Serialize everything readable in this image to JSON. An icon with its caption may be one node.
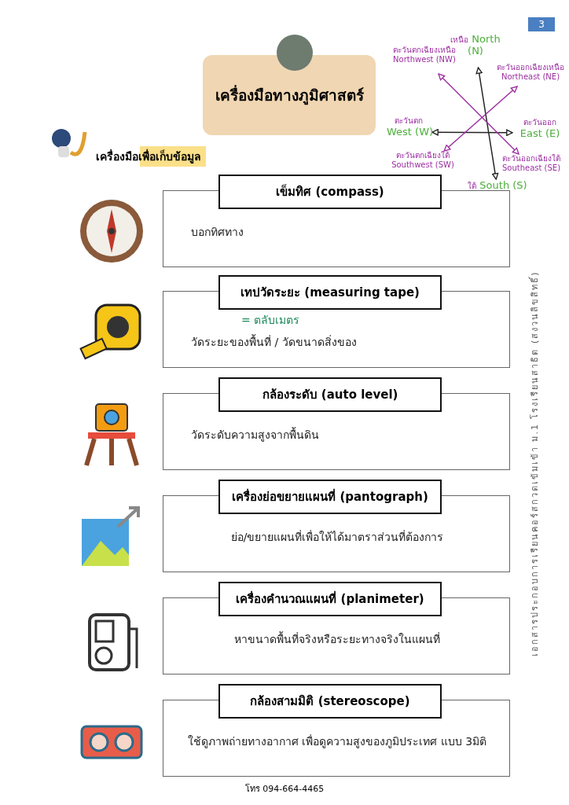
{
  "diagram": {
    "nodes": [
      {
        "text": [
          "เครื่องมือทางภูมิศาสตร์"
        ]
      },
      {
        "text": [
          "เหนือ",
          "North",
          "(N)"
        ]
      },
      {
        "text": [
          "ตะวันตกเฉียงเหนือ",
          "Northwest (NW)"
        ]
      },
      {
        "text": [
          "ตะวันออกเฉียงเหนือ",
          "Northeast (NE)"
        ]
      },
      {
        "text": [
          "ตะวันตก",
          "West (W)"
        ]
      },
      {
        "text": [
          "ตะวันออก",
          "East (E)"
        ]
      },
      {
        "text": [
          "ตะวันตกเฉียงใต้",
          "Southwest (SW)"
        ]
      },
      {
        "text": [
          "ตะวันออกเฉียงใต้",
          "Southeast (SE)"
        ]
      },
      {
        "text": [
          "ใต้",
          "South (S)"
        ]
      },
      {
        "text": [
          "เข็มทิศ (compass)",
          "บอกทิศทาง"
        ]
      },
      {
        "text": [
          "เทปวัดระยะ (measuring tape)",
          "= ตลับเมตร",
          "วัดระยะของพื้นที่ / วัดขนาดสิ่งของ"
        ]
      },
      {
        "text": [
          "กล้องระดับ (auto level)",
          "วัดระดับความสูงจากพื้นดิน"
        ]
      },
      {
        "text": [
          "เครื่องย่อขยายแผนที่ (pantograph)",
          "ย่อ/ขยายแผนที่เพื่อให้ได้มาตราส่วนที่ต้องการ"
        ]
      },
      {
        "text": [
          "เครื่องคำนวณแผนที่ (planimeter)",
          "หาขนาดพื้นที่จริงหรือระยะทางจริงในแผนที่"
        ]
      },
      {
        "text": [
          "กล้องสามมิติ (stereoscope)",
          "ใช้ดูภาพถ่ายทางอากาศ เพื่อดูความสูงของภูมิประเทศ แบบ 3มิติ"
        ]
      }
    ],
    "edges": [
      {
        "from": 1,
        "to": 8,
        "arrow": "both",
        "color": "#222222"
      },
      {
        "from": 4,
        "to": 5,
        "arrow": "both",
        "color": "#222222"
      },
      {
        "from": 2,
        "to": 7,
        "arrow": "both",
        "color": "#9b2fa0"
      },
      {
        "from": 3,
        "to": 6,
        "arrow": "both",
        "color": "#9b2fa0"
      }
    ],
    "labels": [
      "3",
      "เครื่องมือเพื่อเก็บข้อมูล",
      "เอกสารประกอบการเรียนคอร์สกวดเข้มเข้า ม.1 โรงเรียนสาธิต (สงวนลิขสิทธิ์)",
      "โทร 094-664-4465"
    ]
  }
}
